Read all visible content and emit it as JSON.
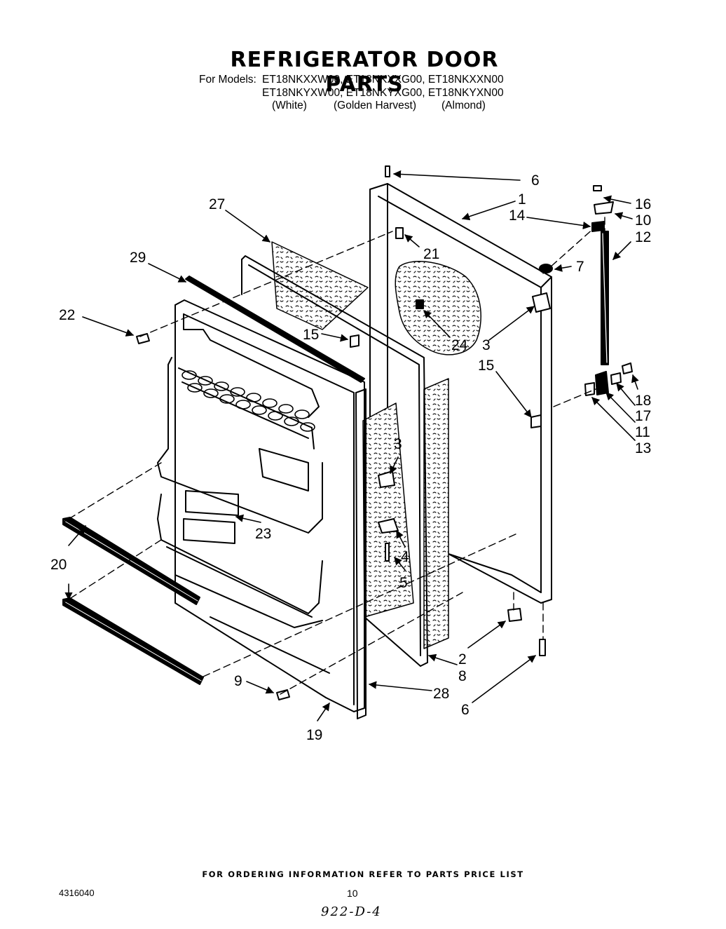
{
  "title": "REFRIGERATOR DOOR PARTS",
  "models": {
    "label": "For Models:",
    "line1": "ET18NKXXW00, ET18NKXXG00, ET18NKXXN00",
    "line2": "ET18NKYXW00, ET18NKYXG00, ET18NKYXN00",
    "colors": [
      "(White)",
      "(Golden Harvest)",
      "(Almond)"
    ]
  },
  "callouts": {
    "c6a": "6",
    "c1": "1",
    "c27": "27",
    "c21": "21",
    "c29": "29",
    "c22": "22",
    "c15a": "15",
    "c24": "24",
    "c3a": "3",
    "c16": "16",
    "c10": "10",
    "c14": "14",
    "c12": "12",
    "c7": "7",
    "c15b": "15",
    "c18": "18",
    "c17": "17",
    "c11": "11",
    "c13": "13",
    "c3b": "3",
    "c4": "4",
    "c5": "5",
    "c23": "23",
    "c20": "20",
    "c2": "2",
    "c8": "8",
    "c9": "9",
    "c28": "28",
    "c6b": "6",
    "c19": "19"
  },
  "footer": {
    "note": "FOR ORDERING INFORMATION REFER TO PARTS PRICE LIST",
    "doc_number": "4316040",
    "page_number": "10",
    "handwritten": "922-D-4"
  }
}
